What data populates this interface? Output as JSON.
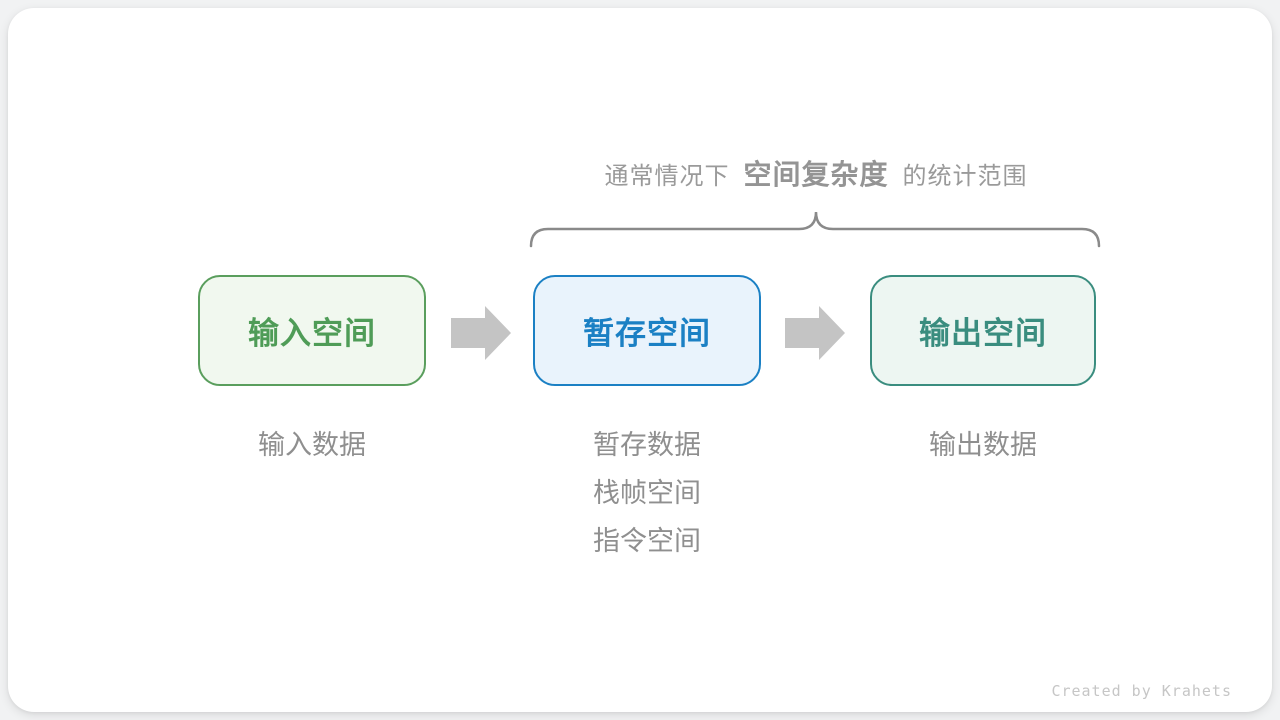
{
  "title": {
    "prefix": "通常情况下",
    "highlight": "空间复杂度",
    "suffix": "的统计范围"
  },
  "boxes": [
    {
      "label": "输入空间",
      "border_color": "#5a9e5d",
      "bg_color": "#f1f8ef",
      "text_color": "#4f9c57"
    },
    {
      "label": "暂存空间",
      "border_color": "#1b80c4",
      "bg_color": "#e9f3fc",
      "text_color": "#1b80c4"
    },
    {
      "label": "输出空间",
      "border_color": "#3a8d7f",
      "bg_color": "#edf6f2",
      "text_color": "#3a8d7f"
    }
  ],
  "annotations": {
    "input": [
      "输入数据"
    ],
    "buffer": [
      "暂存数据",
      "栈帧空间",
      "指令空间"
    ],
    "output": [
      "输出数据"
    ]
  },
  "credit": "Created by Krahets",
  "icons": {
    "arrow": "right-arrow"
  },
  "colors": {
    "page_bg": "#f1f2f3",
    "card_bg": "#ffffff",
    "title_text": "#9a9a9a",
    "annotation_text": "#8f8f8f",
    "brace_stroke": "#8a8a8a",
    "arrow_fill": "#c4c4c4",
    "credit_text": "#c6c6c6"
  }
}
